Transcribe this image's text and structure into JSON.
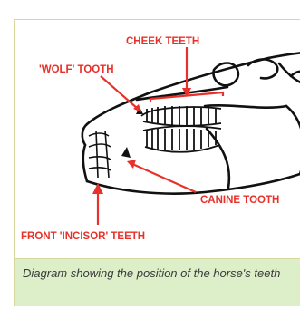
{
  "labels": {
    "cheek_teeth": "CHEEK TEETH",
    "wolf_tooth": "'WOLF' TOOTH",
    "canine_tooth": "CANINE TOOTH",
    "incisor_teeth": "FRONT 'INCISOR' TEETH"
  },
  "caption": "Diagram showing the position of the horse's teeth",
  "colors": {
    "label": "#e8312a",
    "caption_bg": "#dcefc9",
    "frame_border": "#d6d89e",
    "caption_text": "#3a3a3a"
  }
}
